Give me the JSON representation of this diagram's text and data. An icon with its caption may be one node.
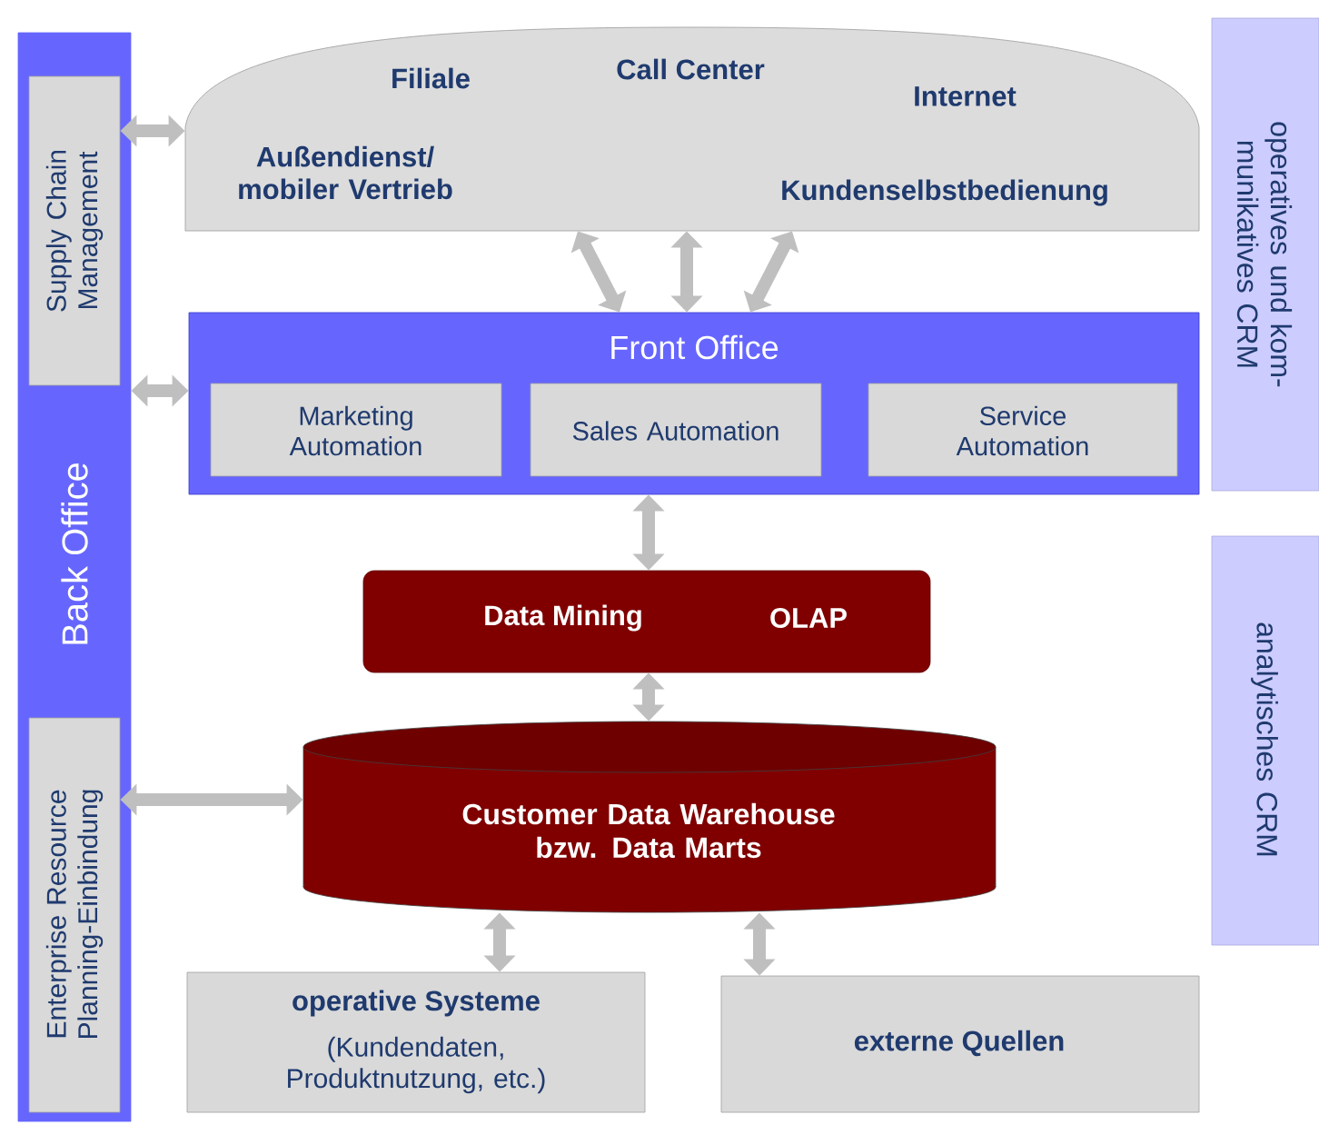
{
  "diagram": {
    "nodes": [
      {
        "text": [
          "Back Office"
        ]
      },
      {
        "text": [
          "Supply Chain Management"
        ],
        "in": 0
      },
      {
        "text": [
          "Enterprise Resource Planning-Einbindung"
        ],
        "in": 0
      },
      {
        "text": [
          "Filiale",
          "Call Center",
          "Internet",
          "Außendienst/ mobiler Vertrieb",
          "Kundenselbstbedienung"
        ]
      },
      {
        "text": [
          "Front Office"
        ]
      },
      {
        "text": [
          "Marketing Automation"
        ],
        "in": 4
      },
      {
        "text": [
          "Sales Automation"
        ],
        "in": 4
      },
      {
        "text": [
          "Service Automation"
        ],
        "in": 4
      },
      {
        "text": [
          "Data Mining",
          "OLAP"
        ]
      },
      {
        "text": [
          "Customer Data Warehouse bzw. Data Marts"
        ]
      },
      {
        "text": [
          "operative Systeme",
          "(Kundendaten, Produktnutzung, etc.)"
        ]
      },
      {
        "text": [
          "externe Quellen"
        ]
      },
      {
        "text": [
          "operatives und kom- munikatives CRM"
        ]
      },
      {
        "text": [
          "analytisches CRM"
        ]
      }
    ],
    "edges": [
      {
        "from": 1,
        "to": 3,
        "arrow": "both"
      },
      {
        "from": 0,
        "to": 4,
        "arrow": "both"
      },
      {
        "from": 3,
        "to": 4,
        "arrow": "both"
      },
      {
        "from": 3,
        "to": 4,
        "arrow": "both"
      },
      {
        "from": 3,
        "to": 4,
        "arrow": "both"
      },
      {
        "from": 4,
        "to": 8,
        "arrow": "both"
      },
      {
        "from": 8,
        "to": 9,
        "arrow": "both"
      },
      {
        "from": 2,
        "to": 9,
        "arrow": "both"
      },
      {
        "from": 9,
        "to": 10,
        "arrow": "both"
      },
      {
        "from": 9,
        "to": 11,
        "arrow": "both"
      }
    ]
  }
}
